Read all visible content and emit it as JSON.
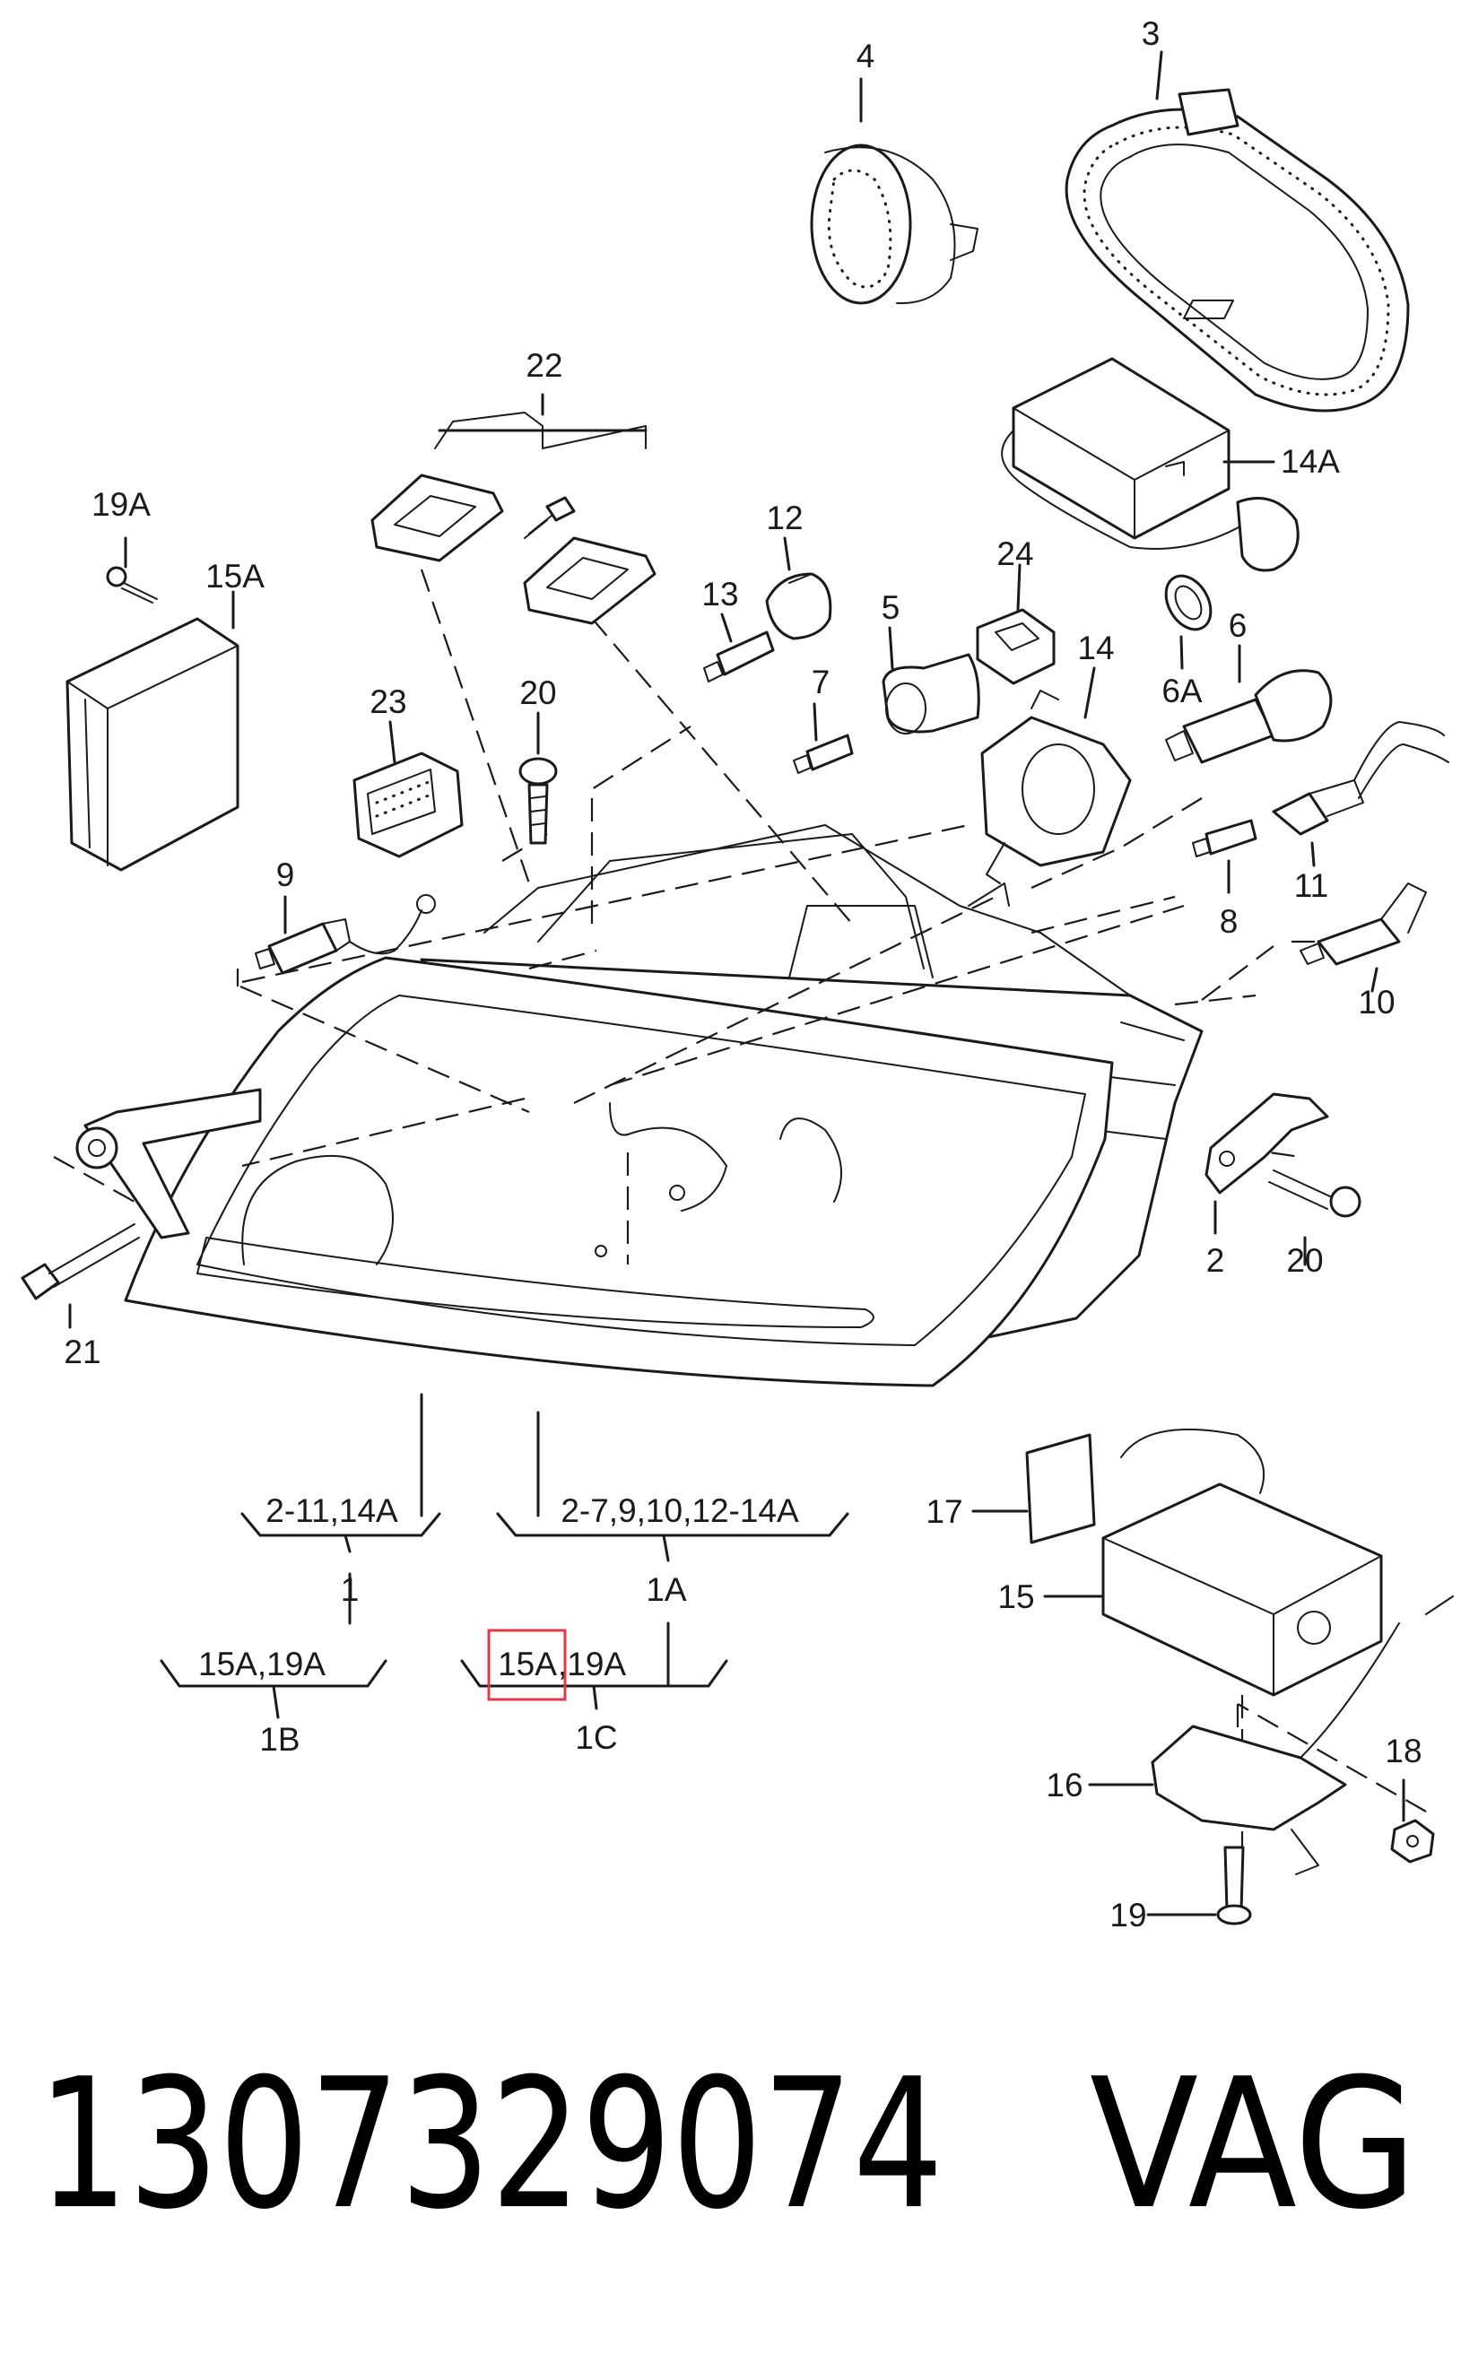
{
  "callouts": {
    "c1": "1",
    "c1A": "1A",
    "c1B": "1B",
    "c1C": "1C",
    "c2": "2",
    "c3": "3",
    "c4": "4",
    "c5": "5",
    "c6": "6",
    "c6A": "6A",
    "c7": "7",
    "c8": "8",
    "c9": "9",
    "c10": "10",
    "c11": "11",
    "c12": "12",
    "c13": "13",
    "c14": "14",
    "c14A": "14A",
    "c15": "15",
    "c15A_left": "15A",
    "c16": "16",
    "c17": "17",
    "c18": "18",
    "c19": "19",
    "c19A_left": "19A",
    "c20_top": "20",
    "c20_right": "20",
    "c21": "21",
    "c22": "22",
    "c23": "23",
    "c24": "24"
  },
  "groups": {
    "g1_range": "2-11,14A",
    "g1A_range": "2-7,9,10,12-14A",
    "g1B_range": "15A,19A",
    "g1C_hl": "15A",
    "g1C_rest": ",19A"
  },
  "footer": {
    "part_number": "1307329074",
    "brand": "VAG"
  },
  "colors": {
    "line": "#1a1a1a",
    "highlight": "#e03a4a",
    "background": "#ffffff"
  }
}
